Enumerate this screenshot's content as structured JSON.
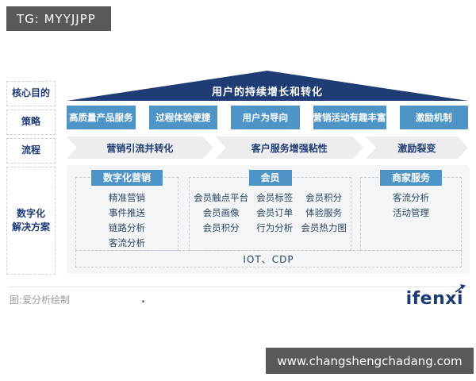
{
  "header": {
    "watermark": "TG: MYYJJPP"
  },
  "left_labels": {
    "core_goal": "核心目的",
    "strategy": "策略",
    "process": "流程",
    "solutions": "数字化\n解决方案"
  },
  "goal": {
    "title": "用户的持续增长和转化"
  },
  "strategies": [
    "高质量产品服务",
    "过程体验便捷",
    "用户为导向",
    "营销活动有趣丰富",
    "激励机制"
  ],
  "process_steps": [
    "营销引流并转化",
    "客户服务增强粘性",
    "激励裂变"
  ],
  "solutions": {
    "groups": [
      {
        "title": "数字化营销",
        "items": [
          "精准营销",
          "事件推送",
          "链路分析",
          "客流分析"
        ]
      },
      {
        "title": "会员",
        "columns": [
          [
            "会员触点平台",
            "会员画像",
            "会员积分"
          ],
          [
            "会员标签",
            "会员订单",
            "行为分析"
          ],
          [
            "会员积分",
            "体验服务",
            "会员热力图"
          ]
        ]
      },
      {
        "title": "商家服务",
        "items": [
          "客流分析",
          "活动管理"
        ]
      }
    ],
    "platform": "IOT、CDP"
  },
  "footer": {
    "caption": "图:爱分析绘制",
    "dot": ".",
    "logo": "ifenxi"
  },
  "bottom_bar": {
    "url": "www.changshengchadang.com"
  },
  "colors": {
    "navy": "#1f3c74",
    "blue": "#4f94c6",
    "arrow_gray": "#ededf0",
    "panel_bg": "#f3f5f7",
    "dark_bar": "#595959"
  }
}
